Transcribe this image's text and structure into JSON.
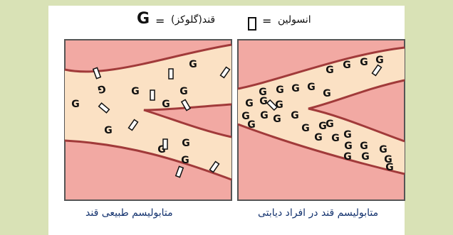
{
  "legend": {
    "insulin_label": "انسولین",
    "insulin_equals": "=",
    "glucose_label": "قند(گلوکز)",
    "glucose_equals": "=",
    "glucose_symbol": "G"
  },
  "panels": [
    {
      "caption": "متابولیسم طبیعی قند",
      "glucose_count": 10,
      "insulin_count": 10
    },
    {
      "caption": "متابولیسم قند در افراد دیابتی",
      "glucose_count": 30,
      "insulin_count": 2
    }
  ],
  "colors": {
    "tissue": "#f2a9a3",
    "vessel": "#fbe1c4",
    "vessel_wall": "#a13a3a",
    "frame": "#555555",
    "caption_text": "#14336f",
    "page_bg": "#d9e2b6"
  }
}
